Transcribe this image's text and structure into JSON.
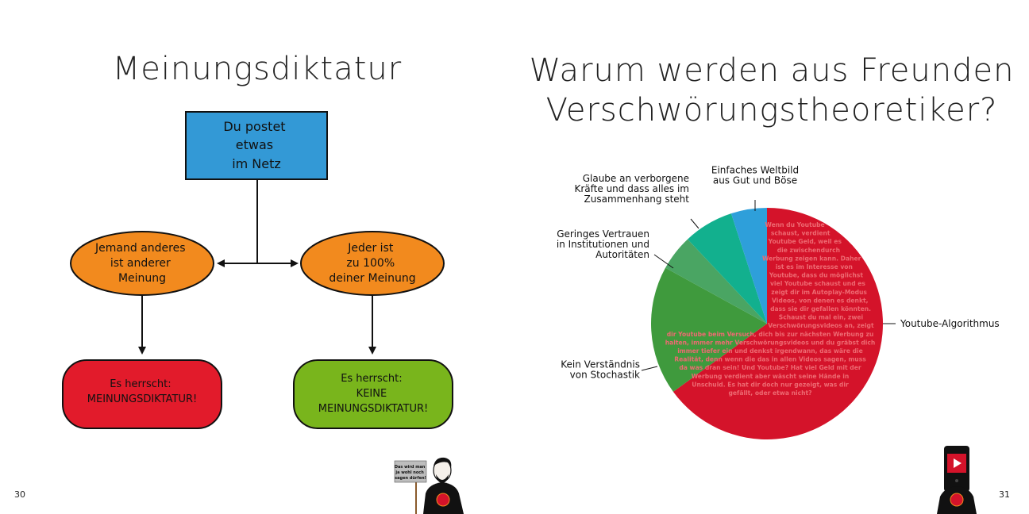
{
  "left_page": {
    "title": "Meinungsdiktatur",
    "page_number": "30",
    "flowchart": {
      "top_box": [
        "Du postet",
        "etwas",
        "im Netz"
      ],
      "left_oval": [
        "Jemand anderes",
        "ist anderer",
        "Meinung"
      ],
      "right_oval": [
        "Jeder ist",
        "zu 100%",
        "deiner Meinung"
      ],
      "left_result": [
        "Es herrscht:",
        "MEINUNGSDIKTATUR!"
      ],
      "right_result": [
        "Es herrscht:",
        "KEINE",
        "MEINUNGSDIKTATUR!"
      ]
    },
    "sign_text": [
      "Das wird man",
      "ja wohl noch",
      "sagen dürfen!"
    ]
  },
  "right_page": {
    "title_line1": "Warum werden aus Freunden",
    "title_line2": "Verschwörungstheoretiker?",
    "page_number": "31"
  },
  "colors": {
    "blue_box": "#3399d6",
    "orange": "#f28a1e",
    "red": "#e21b2b",
    "green": "#79b51c",
    "pie_red": "#d4132a",
    "pie_green": "#3f9a3d",
    "pie_lightgreen": "#4aa563",
    "pie_teal": "#12b08e",
    "pie_blue": "#2e9fda"
  },
  "chart_data": {
    "type": "pie",
    "title": "Warum werden aus Freunden Verschwörungstheoretiker?",
    "slices": [
      {
        "label": "Youtube-Algorithmus",
        "value": 65
      },
      {
        "label": "Kein Verständnis von Stochastik",
        "value": 18
      },
      {
        "label": "Geringes Vertrauen in Institutionen und Autoritäten",
        "value": 5
      },
      {
        "label": "Glaube an verborgene Kräfte und dass alles im Zusammenhang steht",
        "value": 7
      },
      {
        "label": "Einfaches Weltbild aus Gut und Böse",
        "value": 5
      }
    ],
    "label_lines": [
      [
        "Youtube-Algorithmus"
      ],
      [
        "Kein Verständnis",
        "von Stochastik"
      ],
      [
        "Geringes Vertrauen",
        "in Institutionen und",
        "Autoritäten"
      ],
      [
        "Glaube an verborgene",
        "Kräfte und dass alles im",
        "Zusammenhang steht"
      ],
      [
        "Einfaches Weltbild",
        "aus Gut und Böse"
      ]
    ],
    "inner_text": "Wenn du Youtube schaust, verdient Youtube Geld, weil es die zwischendurch Werbung zeigen kann. Daher ist es im Interesse von Youtube, dass du möglichst viel Youtube schaust und es zeigt dir im Autoplay-Modus Videos, von denen es denkt, dass sie dir gefallen könnten. Schaust du mal ein, zwei Verschwörungsvideos an, zeigt dir Youtube beim Versuch, dich bis zur nächsten Werbung zu halten, immer mehr Verschwörungsvideos und du gräbst dich immer tiefer ein und denkst irgendwann, das wäre die Realität, denn wenn die das in allen Videos sagen, muss da was dran sein! Und Youtube? Hat viel Geld mit der Werbung verdient aber wäscht seine Hände in Unschuld. Es hat dir doch nur gezeigt, was dir gefällt, oder etwa nicht?"
  }
}
